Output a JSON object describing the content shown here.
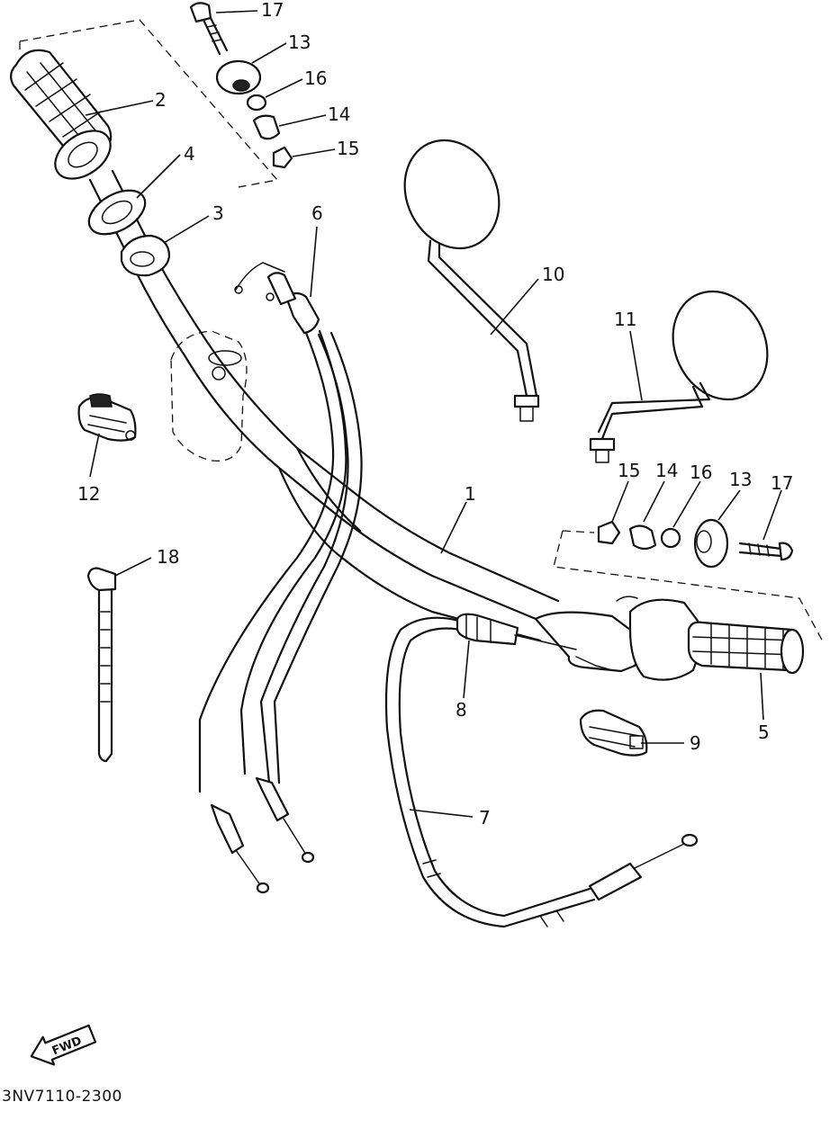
{
  "diagram": {
    "part_code": "3NV7110-2300",
    "direction_label": "FWD",
    "callouts": {
      "c1": "1",
      "c2": "2",
      "c3": "3",
      "c4": "4",
      "c5": "5",
      "c6": "6",
      "c7": "7",
      "c8": "8",
      "c9": "9",
      "c10": "10",
      "c11": "11",
      "c12": "12",
      "c13a": "13",
      "c13b": "13",
      "c14a": "14",
      "c14b": "14",
      "c15a": "15",
      "c15b": "15",
      "c16a": "16",
      "c16b": "16",
      "c17a": "17",
      "c17b": "17",
      "c18": "18"
    }
  }
}
